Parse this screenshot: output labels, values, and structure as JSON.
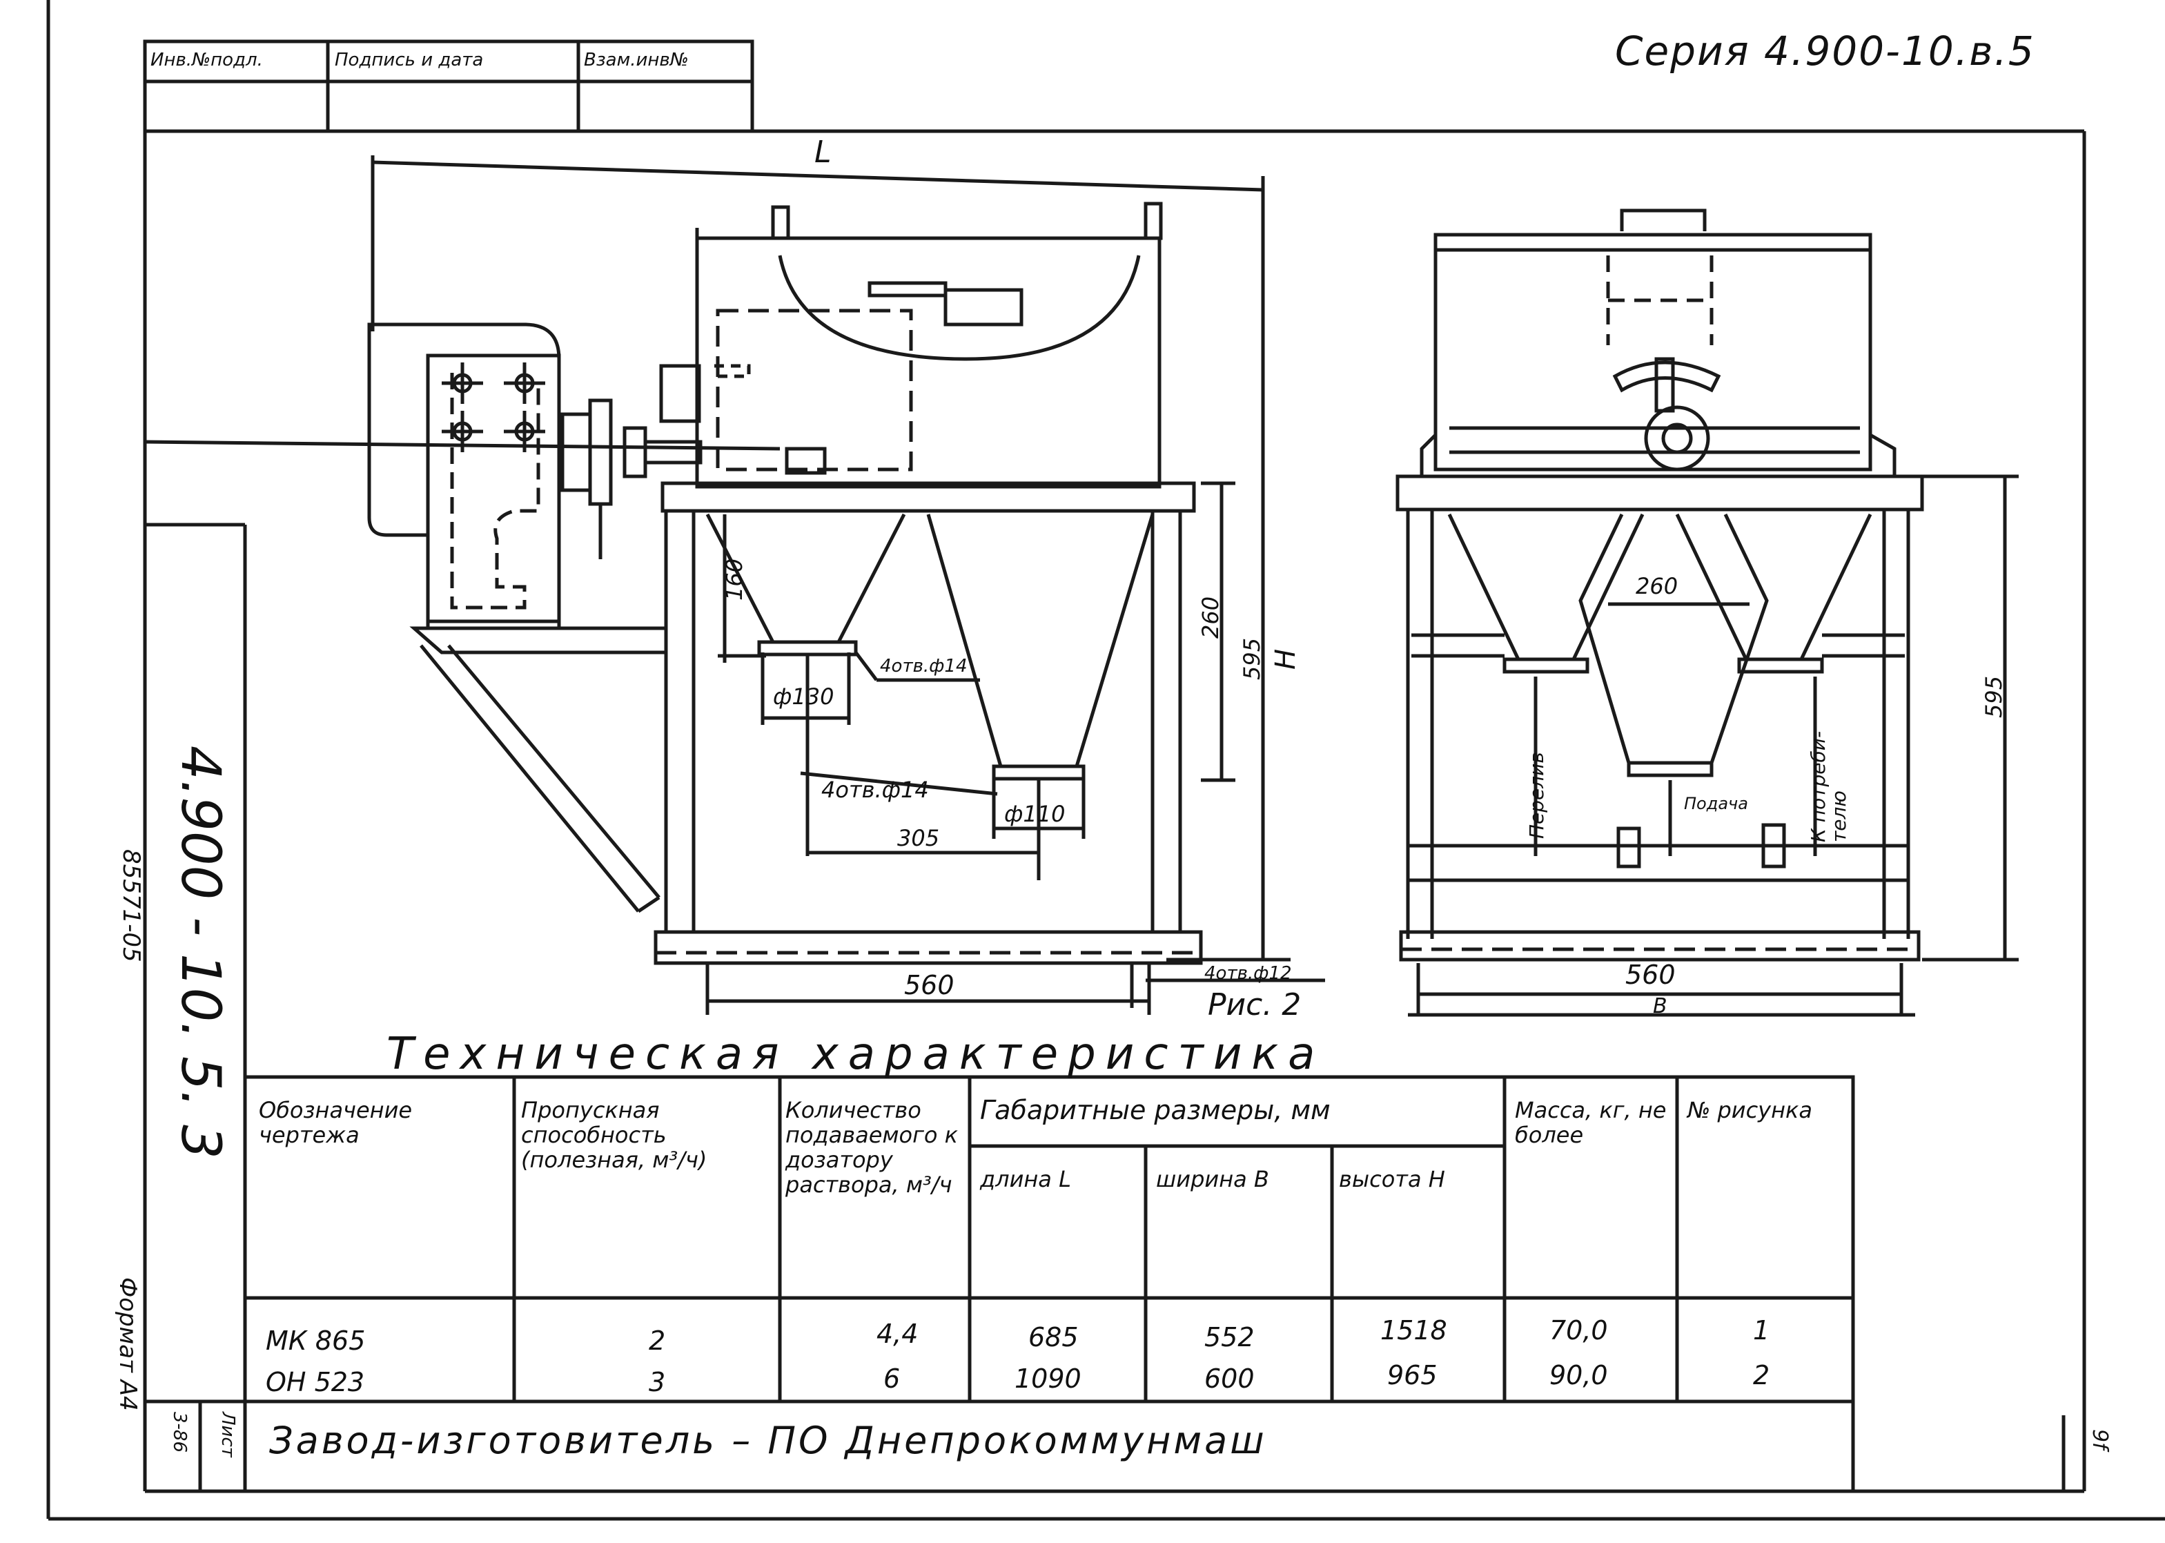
{
  "header": {
    "series": "Серия 4.900-10.в.5"
  },
  "stamp": {
    "inv_podl": "Инв.№подл.",
    "podpis_data": "Подпись и дата",
    "vzam_inv": "Взам.инв№"
  },
  "side": {
    "code": "4.900 - 10. 5. 3",
    "number": "85571-05",
    "format": "Формат А4",
    "list_label": "Лист",
    "list_value": "3-86"
  },
  "drawing": {
    "left_view": {
      "L_label": "L",
      "H_label": "H",
      "dim_160": "160",
      "dim_260": "260",
      "dim_595": "595",
      "holes_1": "4отв.ф14",
      "dia_130": "ф130",
      "holes_2": "4отв.ф14",
      "dia_110": "ф110",
      "dim_305": "305",
      "dim_560": "560",
      "holes_3": "4отв.ф12",
      "caption": "Рис. 2"
    },
    "right_view": {
      "dim_260": "260",
      "dim_595": "595",
      "dim_560": "560",
      "B_label": "B",
      "overflow": "Перелив",
      "to_consumer": "К потреби- телю",
      "feed": "Подача"
    }
  },
  "table": {
    "title": "Техническая характеристика",
    "headers": {
      "designation": "Обозначение чертежа",
      "capacity": "Пропускная способность (полезная, м³/ч)",
      "quantity": "Количество подаваемого к дозатору раствора, м³/ч",
      "dims_group": "Габаритные размеры, мм",
      "length": "длина L",
      "width": "ширина B",
      "height": "высота H",
      "mass": "Масса, кг, не более",
      "figure_no": "№ рисунка"
    },
    "rows": [
      {
        "designation": "МК 865",
        "capacity": "2",
        "quantity": "4,4",
        "length": "685",
        "width": "552",
        "height": "1518",
        "mass": "70,0",
        "figure": "1"
      },
      {
        "designation": "ОН 523",
        "capacity": "3",
        "quantity": "6",
        "length": "1090",
        "width": "600",
        "height": "965",
        "mass": "90,0",
        "figure": "2"
      }
    ]
  },
  "footer": {
    "manufacturer": "Завод-изготовитель – ПО Днепрокоммунмаш",
    "sheet_number": "9f"
  }
}
